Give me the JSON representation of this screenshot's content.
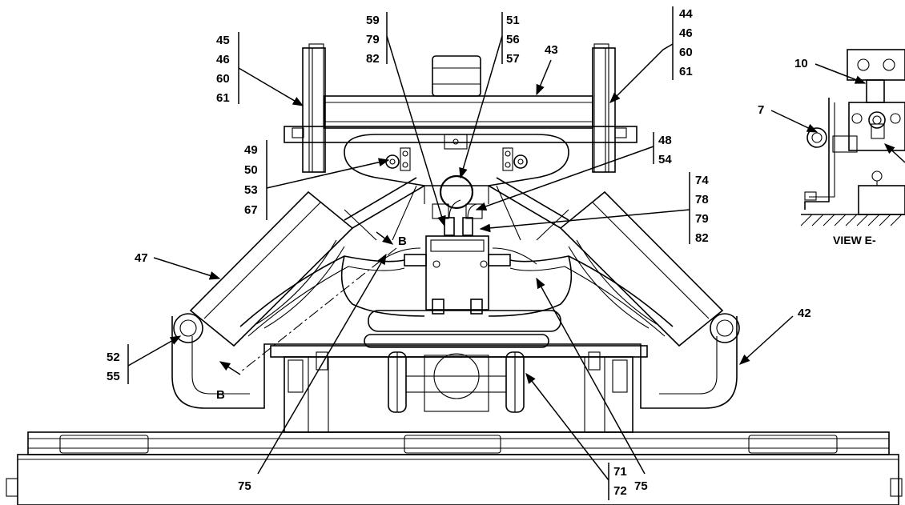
{
  "callouts": {
    "c45_46_60_61": [
      "45",
      "46",
      "60",
      "61"
    ],
    "c59_79_82": [
      "59",
      "79",
      "82"
    ],
    "c51_56_57": [
      "51",
      "56",
      "57"
    ],
    "c43": "43",
    "c44_46_60_61": [
      "44",
      "46",
      "60",
      "61"
    ],
    "c49_50_53_67": [
      "49",
      "50",
      "53",
      "67"
    ],
    "c48_54": [
      "48",
      "54"
    ],
    "c74_78_79_82": [
      "74",
      "78",
      "79",
      "82"
    ],
    "c47": "47",
    "c52_55": [
      "52",
      "55"
    ],
    "c42": "42",
    "c75_left": "75",
    "c75_right": "75",
    "c71_72": [
      "71",
      "72"
    ],
    "c10": "10",
    "c7": "7"
  },
  "section_marks": {
    "b_upper": "B",
    "b_lower": "B"
  },
  "view_label": "VIEW E-"
}
